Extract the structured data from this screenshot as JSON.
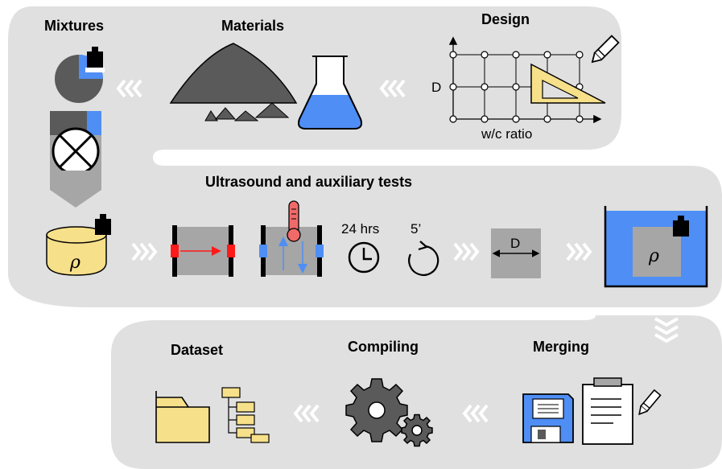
{
  "sections": {
    "mixtures": "Mixtures",
    "materials": "Materials",
    "design": "Design",
    "ultrasound": "Ultrasound and auxiliary tests",
    "dataset": "Dataset",
    "compiling": "Compiling",
    "merging": "Merging"
  },
  "design_plot": {
    "x_axis_label": "w/c ratio",
    "y_axis_label": "D"
  },
  "tests": {
    "density_symbol": "ρ",
    "cure_time": "24 hrs",
    "repeat_interval": "5’",
    "dimension_label": "D",
    "immersed_density_symbol": "ρ"
  },
  "colors": {
    "panel": "#e0e0e0",
    "blue": "#4f8ef5",
    "yellow": "#f7e08a",
    "red": "#ff1a1a",
    "dark_gray": "#5a5a5a",
    "mid_gray": "#a6a6a6"
  },
  "icons": [
    "balance-weight-icon",
    "pie-chart-icon",
    "mixer-icon",
    "sand-pile-icon",
    "flask-icon",
    "set-square-icon",
    "pencil-icon",
    "density-cylinder-icon",
    "transducer-icon",
    "thermometer-icon",
    "clock-icon",
    "repeat-icon",
    "folder-icon",
    "tree-structure-icon",
    "gear-icon",
    "floppy-disk-icon",
    "clipboard-icon",
    "chevron-left-icon",
    "chevron-right-icon",
    "chevron-down-icon"
  ]
}
